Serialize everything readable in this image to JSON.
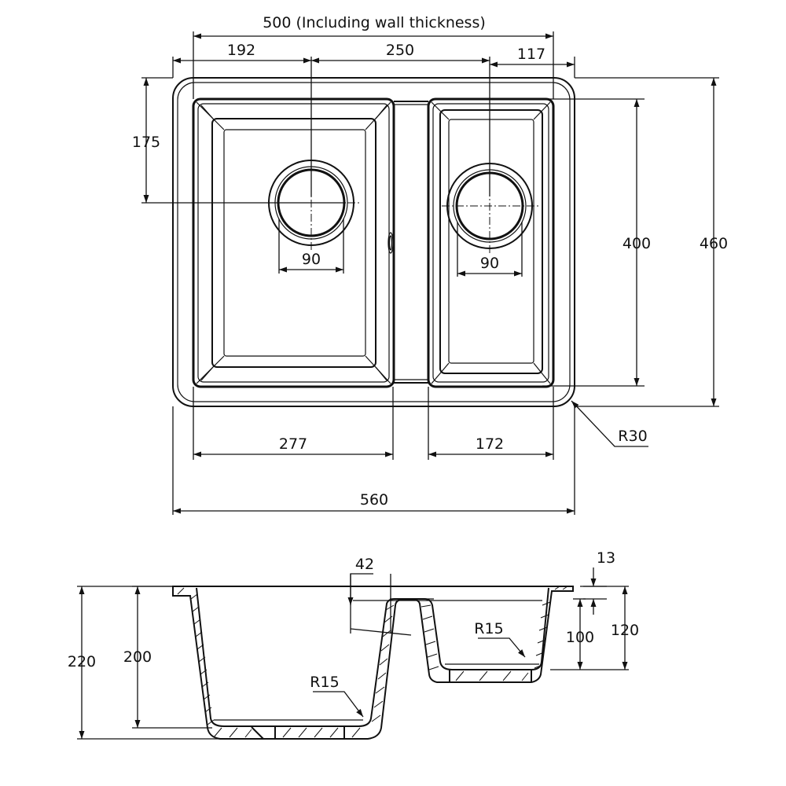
{
  "plan_view": {
    "dim_overall_top_label": "500 (Including wall thickness)",
    "dim_left_offset": "192",
    "dim_hole_spacing": "250",
    "dim_right_offset": "117",
    "dim_left_hole_depth": "175",
    "dim_left_waste": "90",
    "dim_right_waste": "90",
    "dim_inner_height": "400",
    "dim_outer_height": "460",
    "dim_left_bowl_width": "277",
    "dim_right_bowl_width": "172",
    "dim_overall_width": "560",
    "dim_corner_radius": "R30"
  },
  "section_view": {
    "dim_divider_width": "42",
    "dim_flange_thickness": "13",
    "dim_small_bowl_inner_depth": "100",
    "dim_small_bowl_outer_depth": "120",
    "dim_small_bowl_radius": "R15",
    "dim_large_bowl_radius": "R15",
    "dim_large_bowl_inner_depth": "200",
    "dim_large_bowl_outer_depth": "220"
  }
}
